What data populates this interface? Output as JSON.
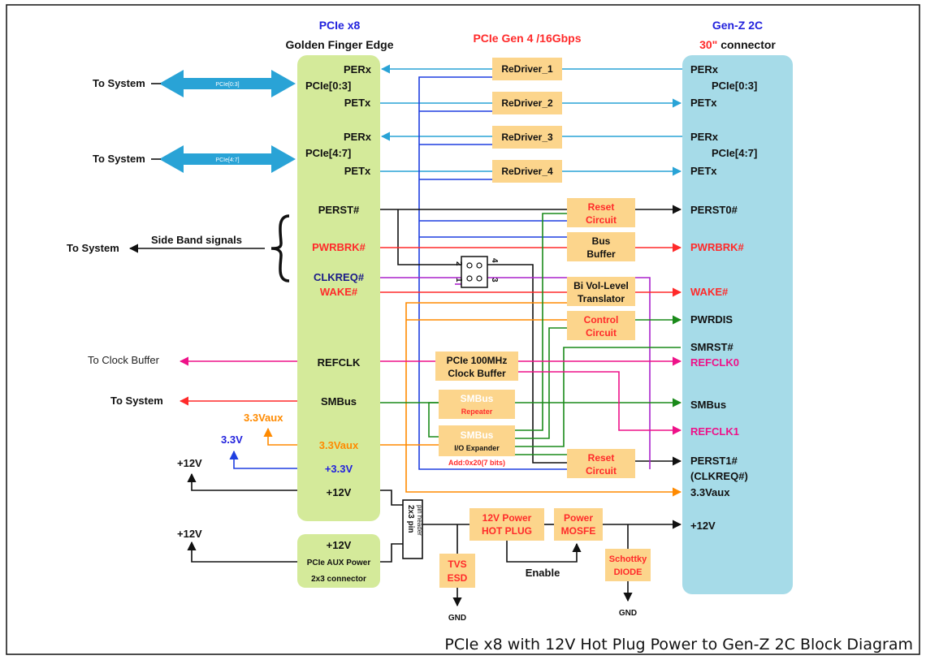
{
  "headers": {
    "left_title": "PCIe x8",
    "left_subtitle": "Golden Finger Edge",
    "mid_title": "PCIe Gen 4 /16Gbps",
    "right_title": "Gen-Z 2C",
    "right_subtitle_num": "30\"",
    "right_subtitle_text": "connector"
  },
  "left_connector": {
    "perx_a": "PERx",
    "pcie03": "PCIe[0:3]",
    "petx_a": "PETx",
    "perx_b": "PERx",
    "pcie47": "PCIe[4:7]",
    "petx_b": "PETx",
    "perst": "PERST#",
    "pwrbrk": "PWRBRK#",
    "clkreq": "CLKREQ#",
    "wake": "WAKE#",
    "refclk": "REFCLK",
    "smbus": "SMBus",
    "v33aux": "3.3Vaux",
    "v33": "+3.3V",
    "v12": "+12V"
  },
  "aux_power": {
    "v12": "+12V",
    "line1": "PCIe AUX Power",
    "line2": "2x3 connector"
  },
  "right_connector": {
    "perx_a": "PERx",
    "pcie03": "PCIe[0:3]",
    "petx_a": "PETx",
    "perx_b": "PERx",
    "pcie47": "PCIe[4:7]",
    "petx_b": "PETx",
    "perst0": "PERST0#",
    "pwrbrk": "PWRBRK#",
    "wake": "WAKE#",
    "pwrdis": "PWRDIS",
    "smrst": "SMRST#",
    "refclk0": "REFCLK0",
    "smbus": "SMBus",
    "refclk1": "REFCLK1",
    "perst1": "PERST1#",
    "clkreq": "(CLKREQ#)",
    "v33aux": "3.3Vaux",
    "v12": "+12V"
  },
  "left_side": {
    "to_system_1": "To System",
    "bus_label_1": "PCIe[0:3]",
    "to_system_2": "To System",
    "bus_label_2": "PCIe[4:7]",
    "to_system_3": "To System",
    "side_band": "Side Band signals",
    "to_clock_buffer": "To Clock Buffer",
    "to_system_4": "To System",
    "v33aux": "3.3Vaux",
    "v33": "3.3V",
    "v12_a": "+12V",
    "v12_b": "+12V"
  },
  "chips": {
    "redriver1": "ReDriver_1",
    "redriver2": "ReDriver_2",
    "redriver3": "ReDriver_3",
    "redriver4": "ReDriver_4",
    "reset1_l1": "Reset",
    "reset1_l2": "Circuit",
    "busbuf_l1": "Bus",
    "busbuf_l2": "Buffer",
    "bivol_l1": "Bi Vol-Level",
    "bivol_l2": "Translator",
    "control_l1": "Control",
    "control_l2": "Circuit",
    "clkbuf_l1": "PCIe 100MHz",
    "clkbuf_l2": "Clock Buffer",
    "smrep_l1": "SMBus",
    "smrep_l2": "Repeater",
    "ioexp_l1": "SMBus",
    "ioexp_l2": "I/O Expander",
    "ioexp_addr": "Add:0x20(7 bits)",
    "reset2_l1": "Reset",
    "reset2_l2": "Circuit",
    "hotplug_l1": "12V Power",
    "hotplug_l2": "HOT PLUG",
    "mosfet_l1": "Power",
    "mosfet_l2": "MOSFE",
    "tvs_l1": "TVS",
    "tvs_l2": "ESD",
    "schottky_l1": "Schottky",
    "schottky_l2": "DIODE"
  },
  "jumper": {
    "pin2": "2",
    "pin4": "4",
    "pin1": "1",
    "pin3": "3"
  },
  "pin_header": {
    "line1": "2x3 pin",
    "line2": "pin header"
  },
  "misc": {
    "enable": "Enable",
    "gnd_a": "GND",
    "gnd_b": "GND"
  },
  "caption": "PCIe x8 with 12V Hot Plug Power to Gen-Z 2C Block Diagram",
  "colors": {
    "left_connector": "#d4ea9a",
    "right_connector": "#a6dbe8",
    "chip": "#fcd58c",
    "highspeed": "#29a3d6",
    "sideband_blue": "#1f3fe0",
    "green": "#1a8a1a",
    "magenta": "#ee1188",
    "orange": "#ff8a00",
    "red": "#ff2a2a",
    "purple": "#aa22cc"
  }
}
